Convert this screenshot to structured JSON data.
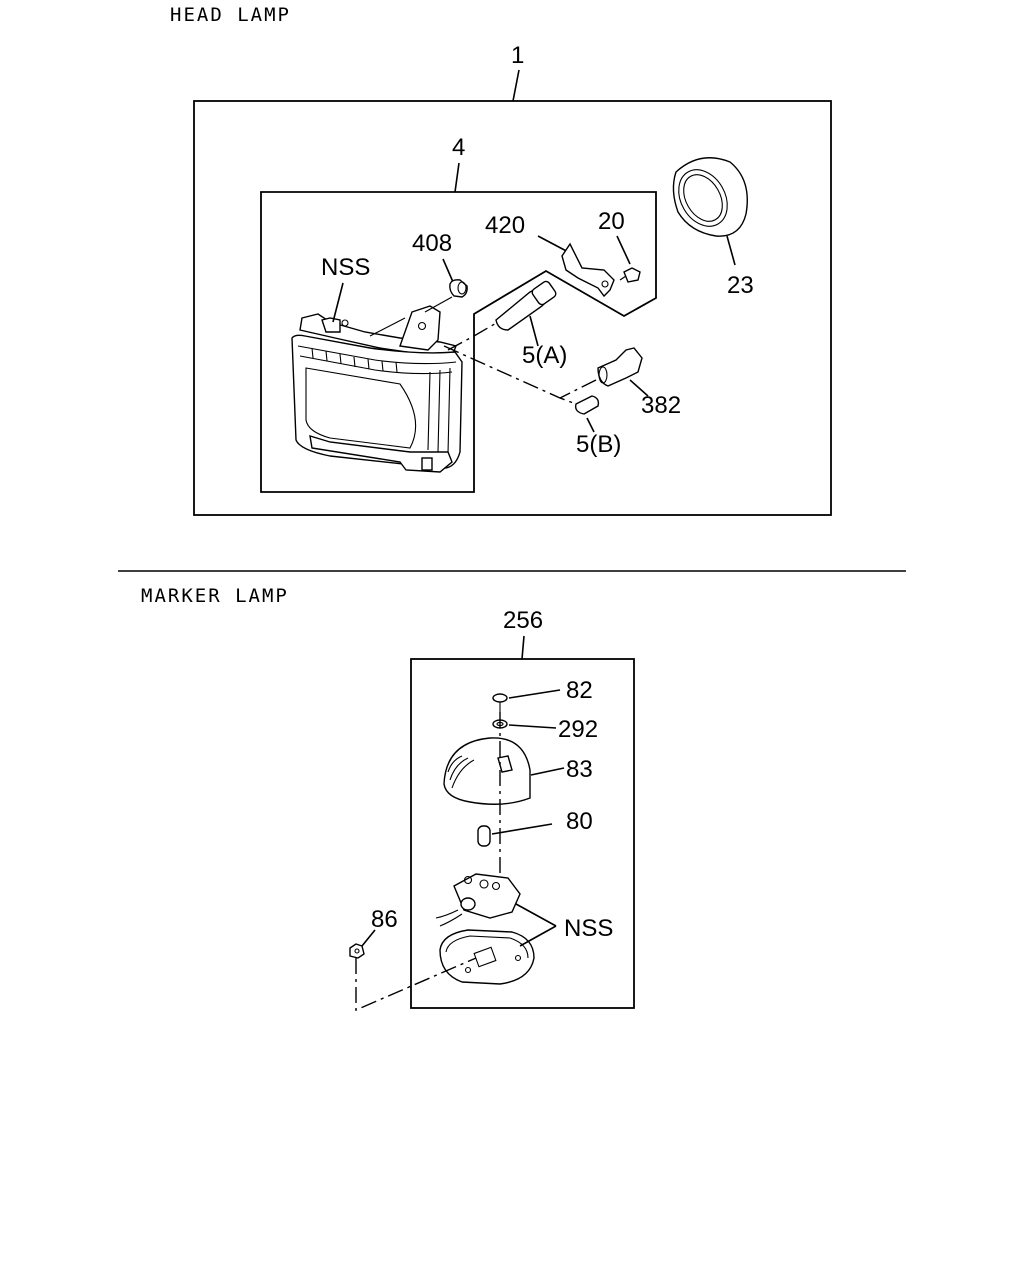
{
  "sections": {
    "head_lamp_title": "HEAD LAMP",
    "marker_lamp_title": "MARKER LAMP"
  },
  "head_lamp": {
    "callouts": {
      "assembly": "1",
      "unit": "4",
      "nss": "NSS",
      "ref_408": "408",
      "ref_420": "420",
      "ref_20": "20",
      "ref_23": "23",
      "ref_5a": "5(A)",
      "ref_382": "382",
      "ref_5b": "5(B)"
    }
  },
  "marker_lamp": {
    "callouts": {
      "assembly": "256",
      "ref_82": "82",
      "ref_292": "292",
      "ref_83": "83",
      "ref_80": "80",
      "ref_86": "86",
      "nss": "NSS"
    }
  }
}
